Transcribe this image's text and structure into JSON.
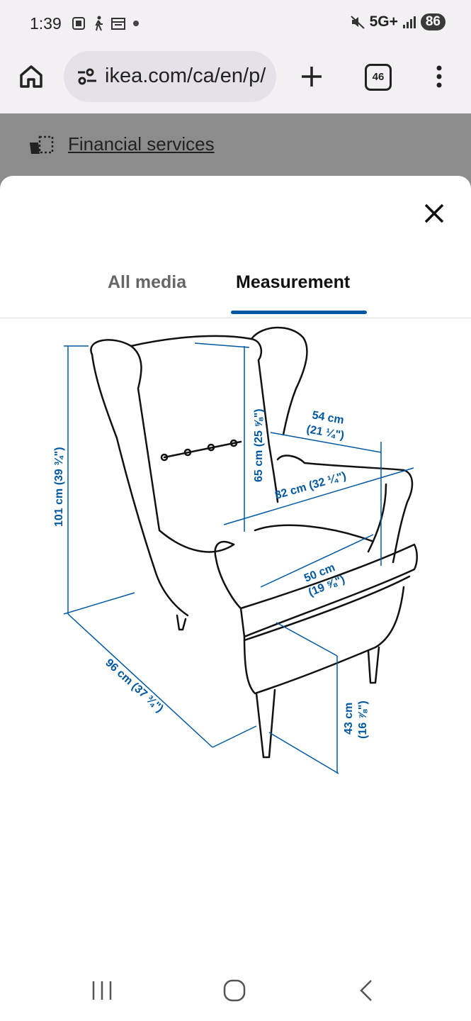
{
  "status": {
    "time": "1:39",
    "network": "5G+",
    "battery": "86",
    "icons": [
      "screenshot-icon",
      "walking-icon",
      "calendar-icon",
      "dot-icon",
      "mute-icon",
      "signal-icon"
    ]
  },
  "browser": {
    "url": "ikea.com/ca/en/p/",
    "tab_count": "46",
    "icons": [
      "home-icon",
      "site-settings-icon",
      "plus-icon",
      "tabs-icon",
      "more-vert-icon"
    ]
  },
  "page": {
    "financial_link": "Financial services"
  },
  "modal": {
    "tabs": [
      {
        "label": "All media",
        "active": false
      },
      {
        "label": "Measurement",
        "active": true
      }
    ],
    "accent": "#0058a3",
    "dimensions": {
      "height_total": "101 cm (39 ¾\")",
      "back_height": "65 cm (25 ⅝\")",
      "seat_width": "54 cm",
      "seat_width_in": "(21 ¼\")",
      "width_total": "82 cm (32 ¼\")",
      "seat_depth": "50 cm",
      "seat_depth_in": "(19 ⅝\")",
      "depth_total": "96 cm (37 ¾\")",
      "seat_height": "43 cm",
      "seat_height_in": "(16 ⅞\")"
    }
  },
  "navbar": {
    "icons": [
      "recent-apps-icon",
      "home-circle-icon",
      "back-icon"
    ]
  }
}
